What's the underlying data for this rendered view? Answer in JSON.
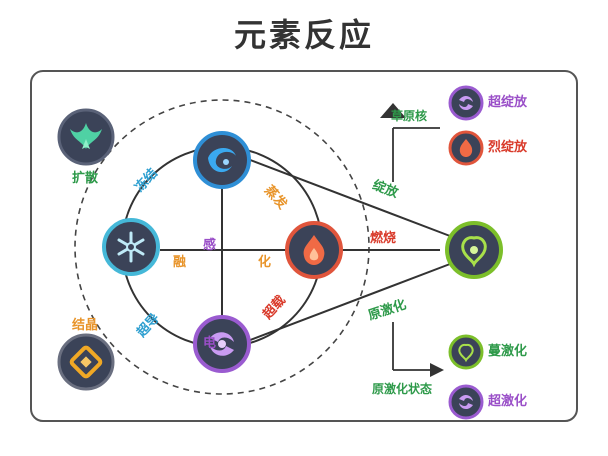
{
  "title": "元素反应",
  "elements": {
    "anemo": "anemo-element",
    "hydro": "hydro-element",
    "cryo": "cryo-element",
    "pyro": "pyro-element",
    "electro": "electro-element",
    "geo": "geo-element",
    "dendro": "dendro-element"
  },
  "reactions": {
    "swirl": "扩散",
    "crystallize": "结晶",
    "frozen": "冻结",
    "vaporize": "蒸发",
    "electrocharged": "感电",
    "melt_left": "融",
    "melt_right": "化",
    "superconduct": "超导",
    "overloaded": "超载",
    "bloom": "绽放",
    "burning": "燃烧",
    "quicken": "原激化",
    "grass_core": "草原核",
    "hyperbloom": "超绽放",
    "burgeon": "烈绽放",
    "spread": "蔓激化",
    "quicken_state": "原激化状态",
    "aggravate": "超激化"
  },
  "colors": {
    "border": "#555555",
    "line": "#333333",
    "icon_bg": "#3b4358",
    "anemo": "#39b58a",
    "hydro": "#2f8fd6",
    "cryo": "#45b8d8",
    "pyro": "#e0553c",
    "electro": "#9a5bd0",
    "geo": "#f0a825",
    "dendro": "#7cbf2a",
    "label_green": "#2e9a4a",
    "label_orange": "#e8942a",
    "label_purple": "#9a4fc8",
    "label_red": "#d93a2a",
    "label_cyan": "#2e9fd0"
  }
}
